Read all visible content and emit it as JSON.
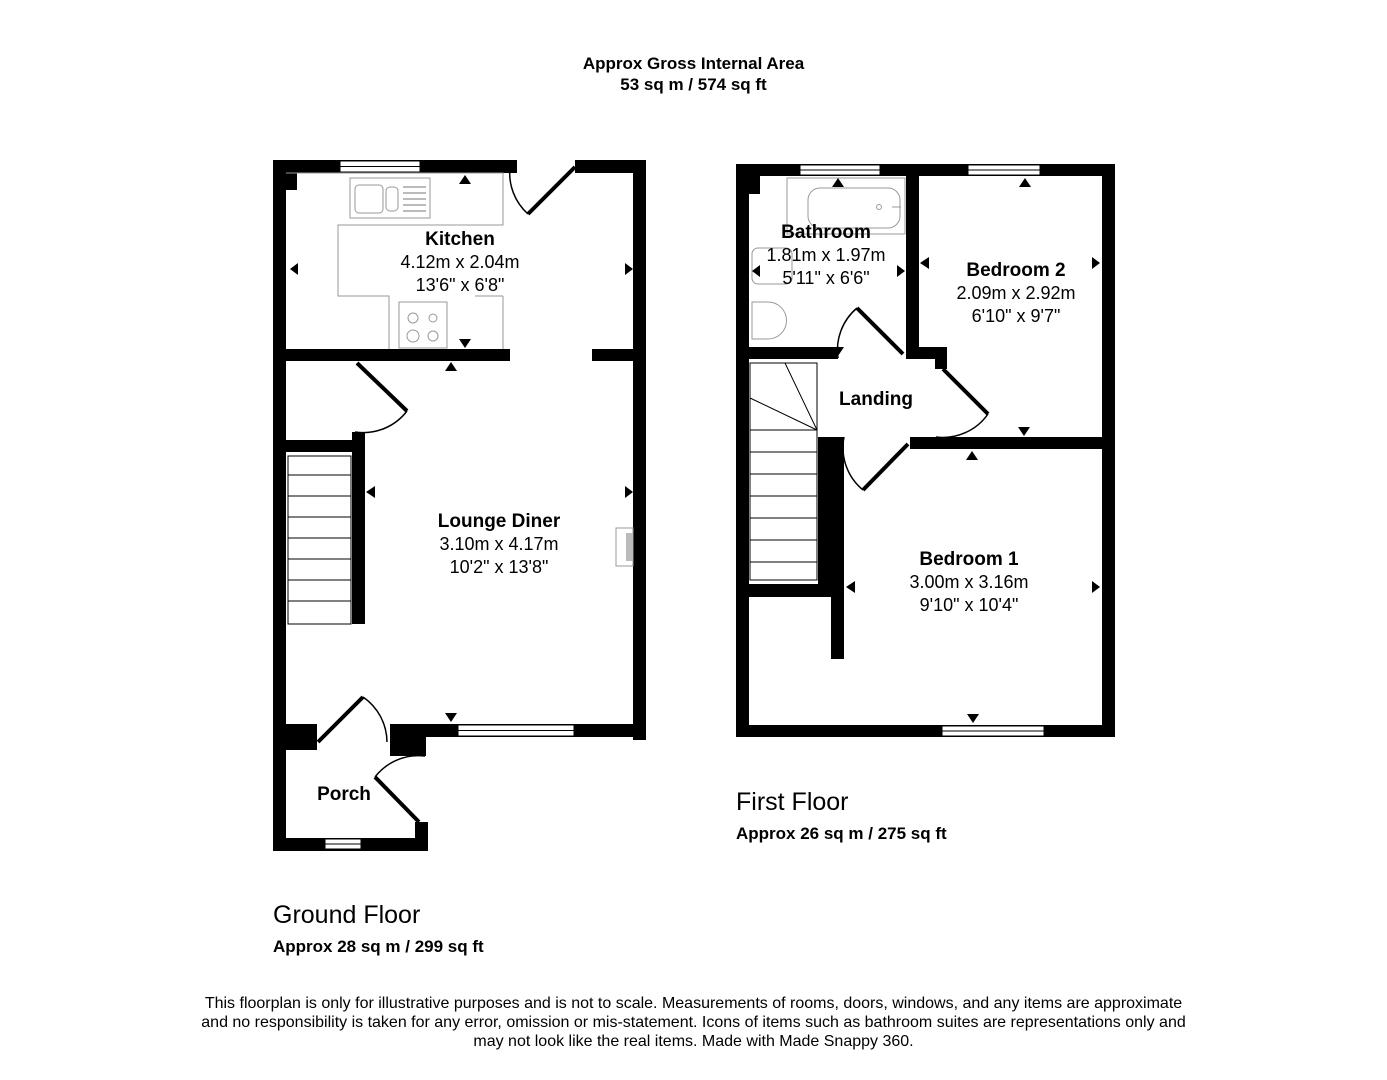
{
  "header": {
    "title": "Approx Gross Internal Area",
    "total_area": "53 sq m / 574 sq ft"
  },
  "ground_floor": {
    "name": "Ground Floor",
    "area": "Approx 28 sq m / 299 sq ft",
    "rooms": [
      {
        "name": "Kitchen",
        "metric": "4.12m x 2.04m",
        "imperial": "13'6\" x 6'8\""
      },
      {
        "name": "Lounge Diner",
        "metric": "3.10m x 4.17m",
        "imperial": "10'2\" x 13'8\""
      },
      {
        "name": "Porch"
      }
    ]
  },
  "first_floor": {
    "name": "First Floor",
    "area": "Approx 26 sq m / 275 sq ft",
    "rooms": [
      {
        "name": "Bathroom",
        "metric": "1.81m x 1.97m",
        "imperial": "5'11\" x 6'6\""
      },
      {
        "name": "Bedroom 2",
        "metric": "2.09m x 2.92m",
        "imperial": "6'10\" x 9'7\""
      },
      {
        "name": "Landing"
      },
      {
        "name": "Bedroom 1",
        "metric": "3.00m x 3.16m",
        "imperial": "9'10\" x 10'4\""
      }
    ]
  },
  "disclaimer": {
    "line1": "This floorplan is only for illustrative purposes and is not to scale. Measurements of rooms, doors, windows, and any items are approximate",
    "line2": "and no responsibility is taken for any error, omission or mis-statement. Icons of items such as bathroom suites are representations only and",
    "line3": "may not look like the real items. Made with Made Snappy 360."
  },
  "colors": {
    "wall": "#000000",
    "fixture_outline": "#999999",
    "background": "#ffffff"
  }
}
